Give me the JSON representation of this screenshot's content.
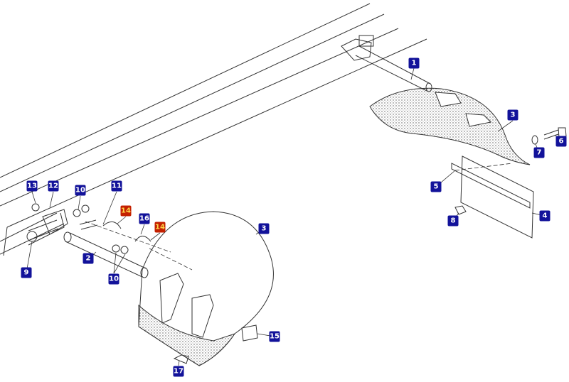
{
  "colors": {
    "callout_blue": "#12129a",
    "callout_red": "#c42000",
    "callout_red_text": "#ffd84a",
    "line": "#333333"
  },
  "callouts": [
    {
      "id": "c1",
      "label": "1",
      "style": "blue"
    },
    {
      "id": "c3a",
      "label": "3",
      "style": "blue"
    },
    {
      "id": "c6",
      "label": "6",
      "style": "blue"
    },
    {
      "id": "c7",
      "label": "7",
      "style": "blue"
    },
    {
      "id": "c5",
      "label": "5",
      "style": "blue"
    },
    {
      "id": "c4",
      "label": "4",
      "style": "blue"
    },
    {
      "id": "c8",
      "label": "8",
      "style": "blue"
    },
    {
      "id": "c3b",
      "label": "3",
      "style": "blue"
    },
    {
      "id": "c13",
      "label": "13",
      "style": "blue"
    },
    {
      "id": "c12",
      "label": "12",
      "style": "blue"
    },
    {
      "id": "c10a",
      "label": "10",
      "style": "blue"
    },
    {
      "id": "c11",
      "label": "11",
      "style": "blue"
    },
    {
      "id": "c14a",
      "label": "14",
      "style": "red"
    },
    {
      "id": "c16",
      "label": "16",
      "style": "blue"
    },
    {
      "id": "c14b",
      "label": "14",
      "style": "red"
    },
    {
      "id": "c2",
      "label": "2",
      "style": "blue"
    },
    {
      "id": "c9",
      "label": "9",
      "style": "blue"
    },
    {
      "id": "c10b",
      "label": "10",
      "style": "blue"
    },
    {
      "id": "c15",
      "label": "15",
      "style": "blue"
    },
    {
      "id": "c17",
      "label": "17",
      "style": "blue"
    }
  ]
}
